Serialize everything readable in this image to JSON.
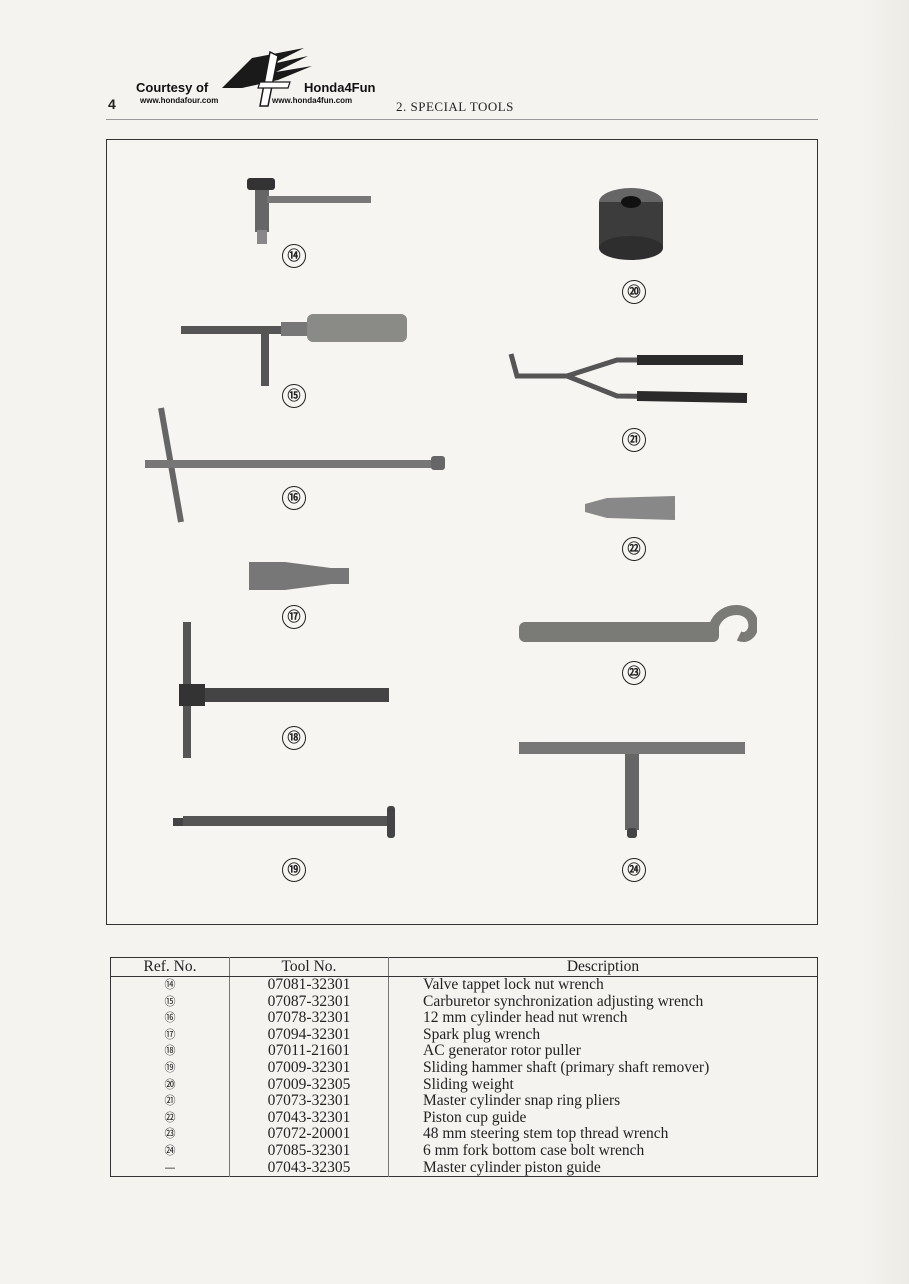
{
  "header": {
    "page_number": "4",
    "section_title": "2. SPECIAL TOOLS",
    "logo": {
      "courtesy": "Courtesy of",
      "brand": "Honda4Fun",
      "url_left": "www.hondafour.com",
      "url_right": "www.honda4fun.com"
    }
  },
  "figure": {
    "callouts": [
      "⑭",
      "⑮",
      "⑯",
      "⑰",
      "⑱",
      "⑲",
      "⑳",
      "㉑",
      "㉒",
      "㉓",
      "㉔"
    ]
  },
  "table": {
    "headers": [
      "Ref. No.",
      "Tool No.",
      "Description"
    ],
    "rows": [
      {
        "ref": "⑭",
        "tool_no": "07081-32301",
        "description": "Valve tappet lock nut wrench"
      },
      {
        "ref": "⑮",
        "tool_no": "07087-32301",
        "description": "Carburetor synchronization adjusting wrench"
      },
      {
        "ref": "⑯",
        "tool_no": "07078-32301",
        "description": "12 mm cylinder head nut wrench"
      },
      {
        "ref": "⑰",
        "tool_no": "07094-32301",
        "description": "Spark plug wrench"
      },
      {
        "ref": "⑱",
        "tool_no": "07011-21601",
        "description": "AC generator rotor puller"
      },
      {
        "ref": "⑲",
        "tool_no": "07009-32301",
        "description": "Sliding hammer shaft (primary shaft remover)"
      },
      {
        "ref": "⑳",
        "tool_no": "07009-32305",
        "description": "Sliding weight"
      },
      {
        "ref": "㉑",
        "tool_no": "07073-32301",
        "description": "Master cylinder snap ring pliers"
      },
      {
        "ref": "㉒",
        "tool_no": "07043-32301",
        "description": "Piston cup guide"
      },
      {
        "ref": "㉓",
        "tool_no": "07072-20001",
        "description": "48 mm steering stem top thread wrench"
      },
      {
        "ref": "㉔",
        "tool_no": "07085-32301",
        "description": "6 mm fork bottom case bolt wrench"
      },
      {
        "ref": "—",
        "tool_no": "07043-32305",
        "description": "Master cylinder piston guide"
      }
    ]
  }
}
